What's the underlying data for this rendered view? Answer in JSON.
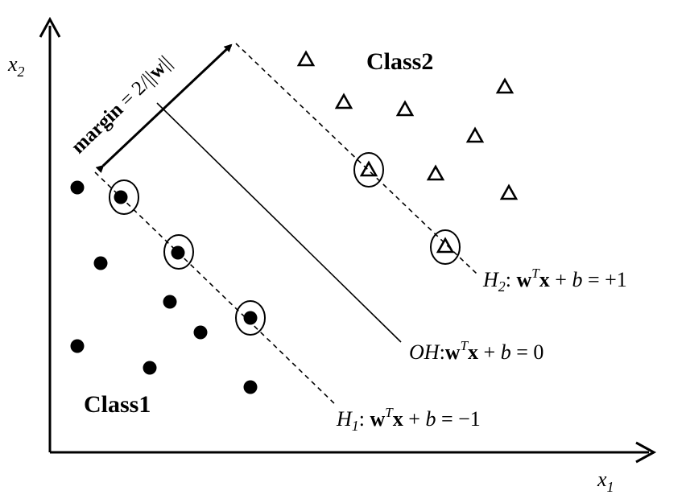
{
  "axes": {
    "x_label_base": "x",
    "x_label_sub": "1",
    "y_label_base": "x",
    "y_label_sub": "2"
  },
  "classes": {
    "class1": "Class1",
    "class2": "Class2"
  },
  "margin": {
    "word": "margin",
    "eq": "=",
    "formula_pre": "2/||",
    "formula_w": "w",
    "formula_post": "||"
  },
  "hyperplanes": {
    "h2": {
      "name": "H",
      "sub": "2",
      "colon": ":",
      "w": "w",
      "sup": "T",
      "x": "x",
      "plus": " + ",
      "b": "b",
      "eq": " = ",
      "rhs": "+1"
    },
    "oh": {
      "name": "OH",
      "sub": "",
      "colon": ":",
      "w": "w",
      "sup": "T",
      "x": "x",
      "plus": " + ",
      "b": "b",
      "eq": " = ",
      "rhs": "0"
    },
    "h1": {
      "name": "H",
      "sub": "1",
      "colon": ":",
      "w": "w",
      "sup": "T",
      "x": "x",
      "plus": " + ",
      "b": "b",
      "eq": " = ",
      "rhs": "−1"
    }
  }
}
